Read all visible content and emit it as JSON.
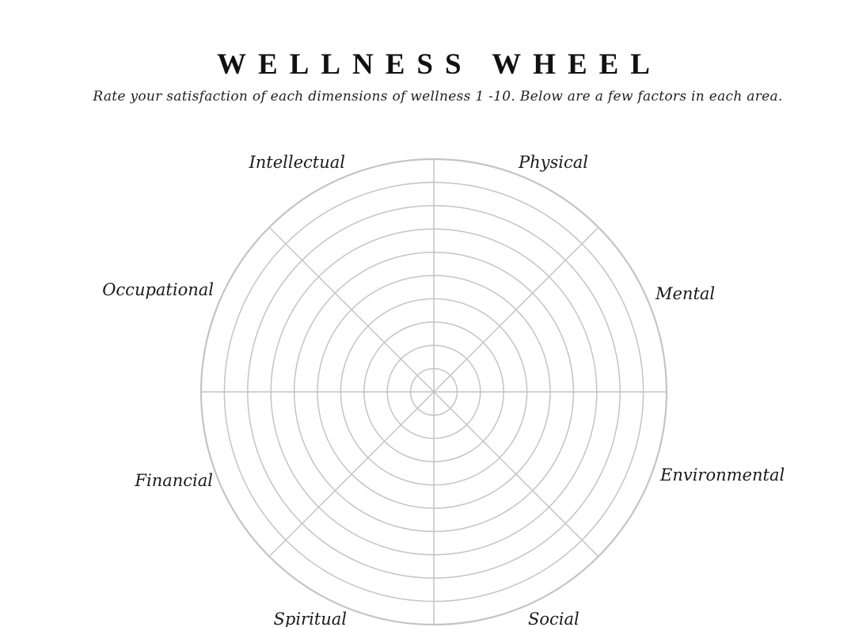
{
  "header": {
    "title": "WELLNESS WHEEL",
    "subtitle": "Rate your satisfaction of each dimensions of wellness 1 -10. Below are a few factors in each area."
  },
  "wheel": {
    "rings": 10,
    "spokes": 8,
    "line_color": "#c4c4c4",
    "dimensions": [
      "Physical",
      "Mental",
      "Environmental",
      "Social",
      "Spiritual",
      "Financial",
      "Occupational",
      "Intellectual"
    ]
  }
}
